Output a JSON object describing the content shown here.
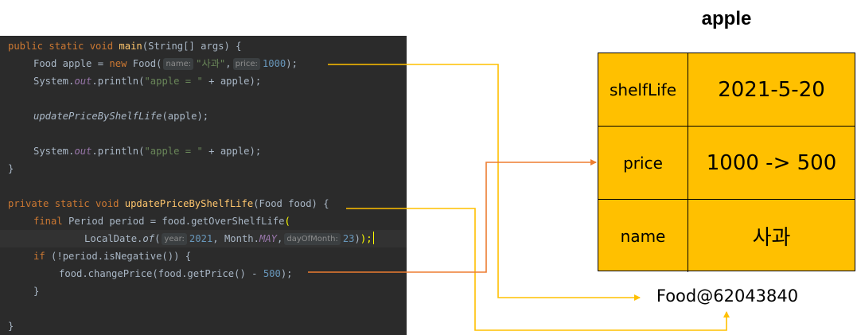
{
  "code": {
    "line1": {
      "kw": "public static void ",
      "fn": "main",
      "rest": "(String[] args) {"
    },
    "line2": {
      "a": "Food apple = ",
      "kw": "new ",
      "b": "Food(",
      "hint_name": "name:",
      "str": "\"사과\"",
      "c": ",",
      "hint_price": "price:",
      "num": "1000",
      "d": ");"
    },
    "line3": {
      "a": "System.",
      "field": "out",
      "b": ".println(",
      "str": "\"apple = \"",
      "c": " + apple);"
    },
    "line4": {
      "it": "updatePriceByShelfLife",
      "rest": "(apple);"
    },
    "line5": {
      "a": "System.",
      "field": "out",
      "b": ".println(",
      "str": "\"apple = \"",
      "c": " + apple);"
    },
    "line6": {
      "text": "}"
    },
    "line7": {
      "kw": "private static void ",
      "fn": "updatePriceByShelfLife",
      "rest": "(Food food) {"
    },
    "line8": {
      "kw": "final ",
      "a": "Period period = food.getOverShelfLife",
      "paren": "("
    },
    "line9": {
      "a": "LocalDate.",
      "it": "of",
      "b": "(",
      "hint_year": "year:",
      "num1": "2021",
      "c": ", Month.",
      "field": "MAY",
      "d": ",",
      "hint_day": "dayOfMonth:",
      "num2": "23",
      "e": ")",
      "f": ");"
    },
    "line10": {
      "kw": "if ",
      "rest": "(!period.isNegative()) {"
    },
    "line11": {
      "a": "food.changePrice(food.getPrice() - ",
      "num": "500",
      "b": ");"
    },
    "line12": {
      "text": "}"
    },
    "line13": {
      "text": "}"
    }
  },
  "table": {
    "title": "apple",
    "rows": [
      {
        "name": "shelfLife",
        "value": "2021-5-20"
      },
      {
        "name": "price",
        "value": "1000 -> 500"
      },
      {
        "name": "name",
        "value": "사과"
      }
    ]
  },
  "object_ref": "Food@62043840",
  "colors": {
    "code_background": "#2b2b2b",
    "table_fill": "#ffc000",
    "arrow_yellow": "#ffc000",
    "arrow_orange": "#ed7d31"
  }
}
